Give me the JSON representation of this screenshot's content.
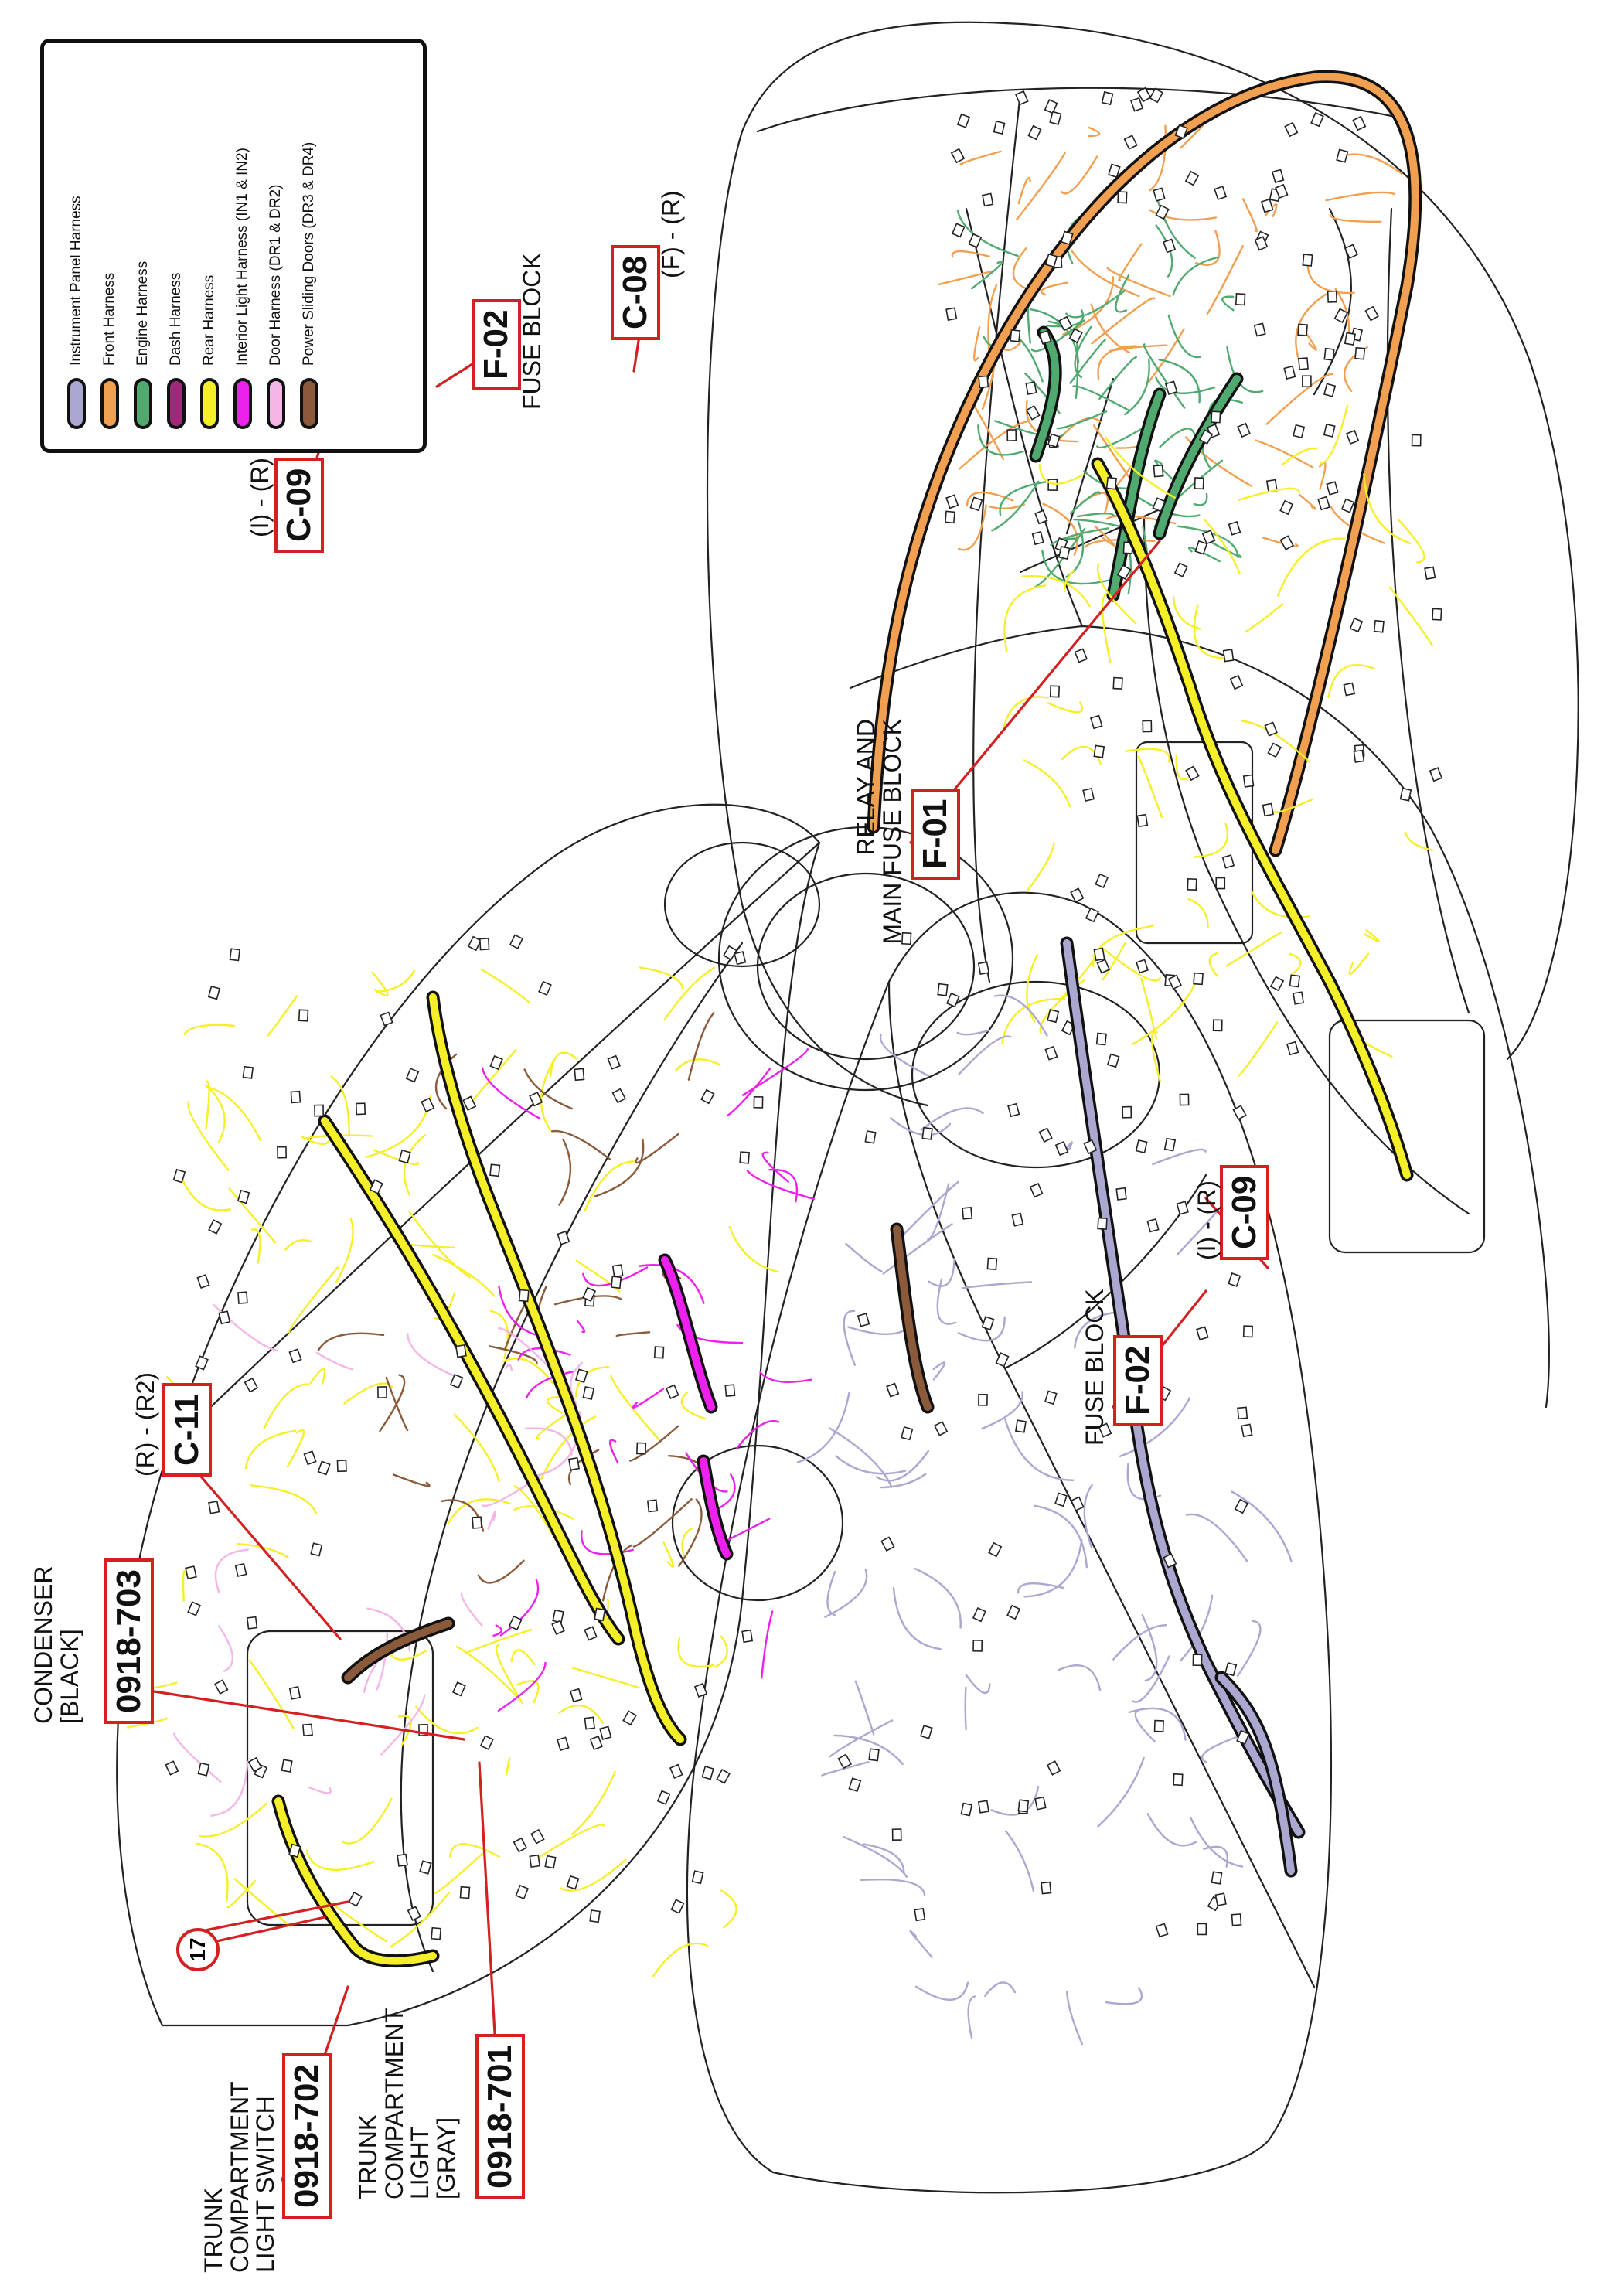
{
  "legend": {
    "items": [
      {
        "name": "Instrument Panel Harness",
        "color": "#aaa8d0"
      },
      {
        "name": "Front Harness",
        "color": "#f0a050"
      },
      {
        "name": "Engine Harness",
        "color": "#50aa70"
      },
      {
        "name": "Dash Harness",
        "color": "#9b2a78"
      },
      {
        "name": "Rear Harness",
        "color": "#f5ef2a"
      },
      {
        "name": "Interior Light Harness (IN1 & IN2)",
        "color": "#ee20ee"
      },
      {
        "name": "Door Harness (DR1 & DR2)",
        "color": "#f3b6e6"
      },
      {
        "name": "Power Sliding Doors (DR3 & DR4)",
        "color": "#8a5a3a"
      }
    ]
  },
  "callouts": {
    "c08": {
      "code": "C-08",
      "desc": "(F) - (R)"
    },
    "f02_top": {
      "code": "F-02",
      "desc": "FUSE BLOCK"
    },
    "c09_top": {
      "code": "C-09",
      "desc": "(I) - (R)"
    },
    "f01": {
      "code": "F-01",
      "desc": "RELAY AND\nMAIN FUSE BLOCK"
    },
    "c09_bottom": {
      "code": "C-09",
      "desc": "(I) - (R)"
    },
    "f02_bottom": {
      "code": "F-02",
      "desc": "FUSE BLOCK"
    },
    "c11": {
      "code": "C-11",
      "desc": "(R) - (R2)"
    },
    "c0918_703": {
      "code": "0918-703",
      "desc": "CONDENSER\n[BLACK]"
    },
    "c0918_701": {
      "code": "0918-701",
      "desc": "TRUNK\nCOMPARTMENT\nLIGHT\n[GRAY]"
    },
    "c0918_702": {
      "code": "0918-702",
      "desc": "TRUNK\nCOMPARTMENT\nLIGHT SWITCH"
    },
    "ground": {
      "code": "17"
    }
  }
}
